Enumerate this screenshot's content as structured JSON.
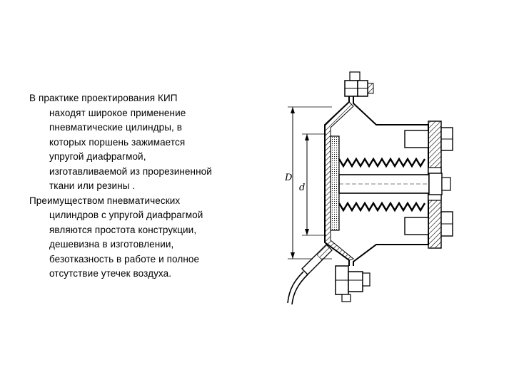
{
  "paragraphs": [
    {
      "first_line": "В практике проектирования КИП",
      "rest_lines": [
        "находят широкое применение",
        "пневматические цилиндры, в",
        "которых поршень зажимается",
        "упругой диафрагмой,",
        "изготавливаемой из прорезиненной",
        "ткани или резины ."
      ]
    },
    {
      "first_line": "Преимуществом пневматических",
      "rest_lines": [
        "цилиндров с упругой диафрагмой",
        "являются простота конструкции,",
        "дешевизна в изготовлении,",
        "безотказность в работе и полное",
        "отсутствие утечек воздуха."
      ]
    }
  ],
  "figure": {
    "label_D": "D",
    "label_d": "d"
  }
}
